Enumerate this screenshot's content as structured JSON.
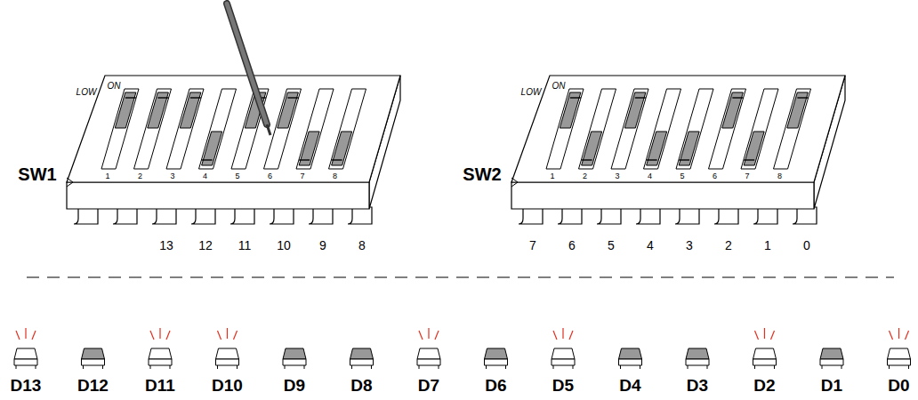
{
  "diagram": {
    "labels": [
      "LOW",
      "ON",
      "SW1",
      "1",
      "2",
      "3",
      "4",
      "5",
      "6",
      "7",
      "8",
      "13",
      "12",
      "11",
      "10",
      "9",
      "8",
      "LOW",
      "ON",
      "SW2",
      "1",
      "2",
      "3",
      "4",
      "5",
      "6",
      "7",
      "8",
      "7",
      "6",
      "5",
      "4",
      "3",
      "2",
      "1",
      "0",
      "D13",
      "D12",
      "D11",
      "D10",
      "D9",
      "D8",
      "D7",
      "D6",
      "D5",
      "D4",
      "D3",
      "D2",
      "D1",
      "D0"
    ]
  }
}
